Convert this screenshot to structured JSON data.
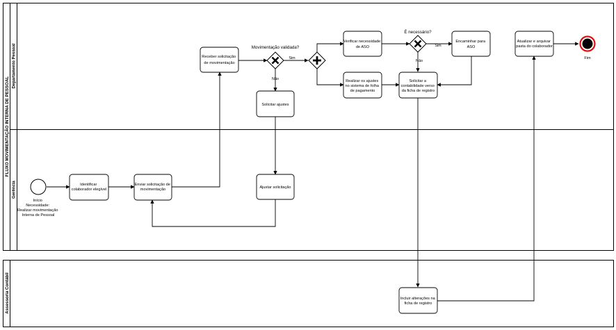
{
  "pools": [
    {
      "id": "p1",
      "title": "FLUXO MOVIMENTAÇÃO INTERNA DE PESSOAL",
      "lanes": [
        {
          "id": "dp",
          "title": "Departamento Pessoal"
        },
        {
          "id": "ger",
          "title": "Gerência"
        }
      ]
    },
    {
      "id": "p2",
      "title": "Assessoria Contábil",
      "lanes": []
    }
  ],
  "start_event": {
    "label_lines": [
      "Início",
      "Necessidade:",
      "Realizar movimentação",
      "Interna de Pessoal"
    ]
  },
  "end_event": {
    "label": "Fim"
  },
  "tasks": [
    {
      "id": "t_ident",
      "lines": [
        "Identificar",
        "colaborador elegível"
      ]
    },
    {
      "id": "t_enviar",
      "lines": [
        "Enviar solicitação de",
        "movimentação"
      ]
    },
    {
      "id": "t_receber",
      "lines": [
        "Receber solicitação",
        "de movimentação"
      ]
    },
    {
      "id": "t_solic_aj",
      "lines": [
        "Solicitar ajustes"
      ]
    },
    {
      "id": "t_ajustar",
      "lines": [
        "Ajustar solicitação"
      ]
    },
    {
      "id": "t_verif",
      "lines": [
        "Verificar necessidade",
        "de ASO"
      ]
    },
    {
      "id": "t_realizar",
      "lines": [
        "Realizar os ajustes",
        "no sistema de folha",
        "de pagamento"
      ]
    },
    {
      "id": "t_encam",
      "lines": [
        "Encaminhar para",
        "ASO"
      ]
    },
    {
      "id": "t_solic_cont",
      "lines": [
        "Solicitar a",
        "contabilidade verso",
        "da ficha de registro"
      ]
    },
    {
      "id": "t_atual",
      "lines": [
        "Atualizar e arquivar",
        "pasta do colaborador"
      ]
    },
    {
      "id": "t_incluir",
      "lines": [
        "Incluir alterações na",
        "ficha de registro"
      ]
    }
  ],
  "gateways": [
    {
      "id": "g_valid",
      "type": "exclusive",
      "label": "Movimentação validada?"
    },
    {
      "id": "g_par",
      "type": "parallel",
      "label": ""
    },
    {
      "id": "g_nec",
      "type": "exclusive",
      "label": "É necessário?"
    }
  ],
  "flow_labels": {
    "valid_yes": "Sim",
    "valid_no": "Não",
    "nec_yes": "Sim",
    "nec_no": "Não"
  }
}
